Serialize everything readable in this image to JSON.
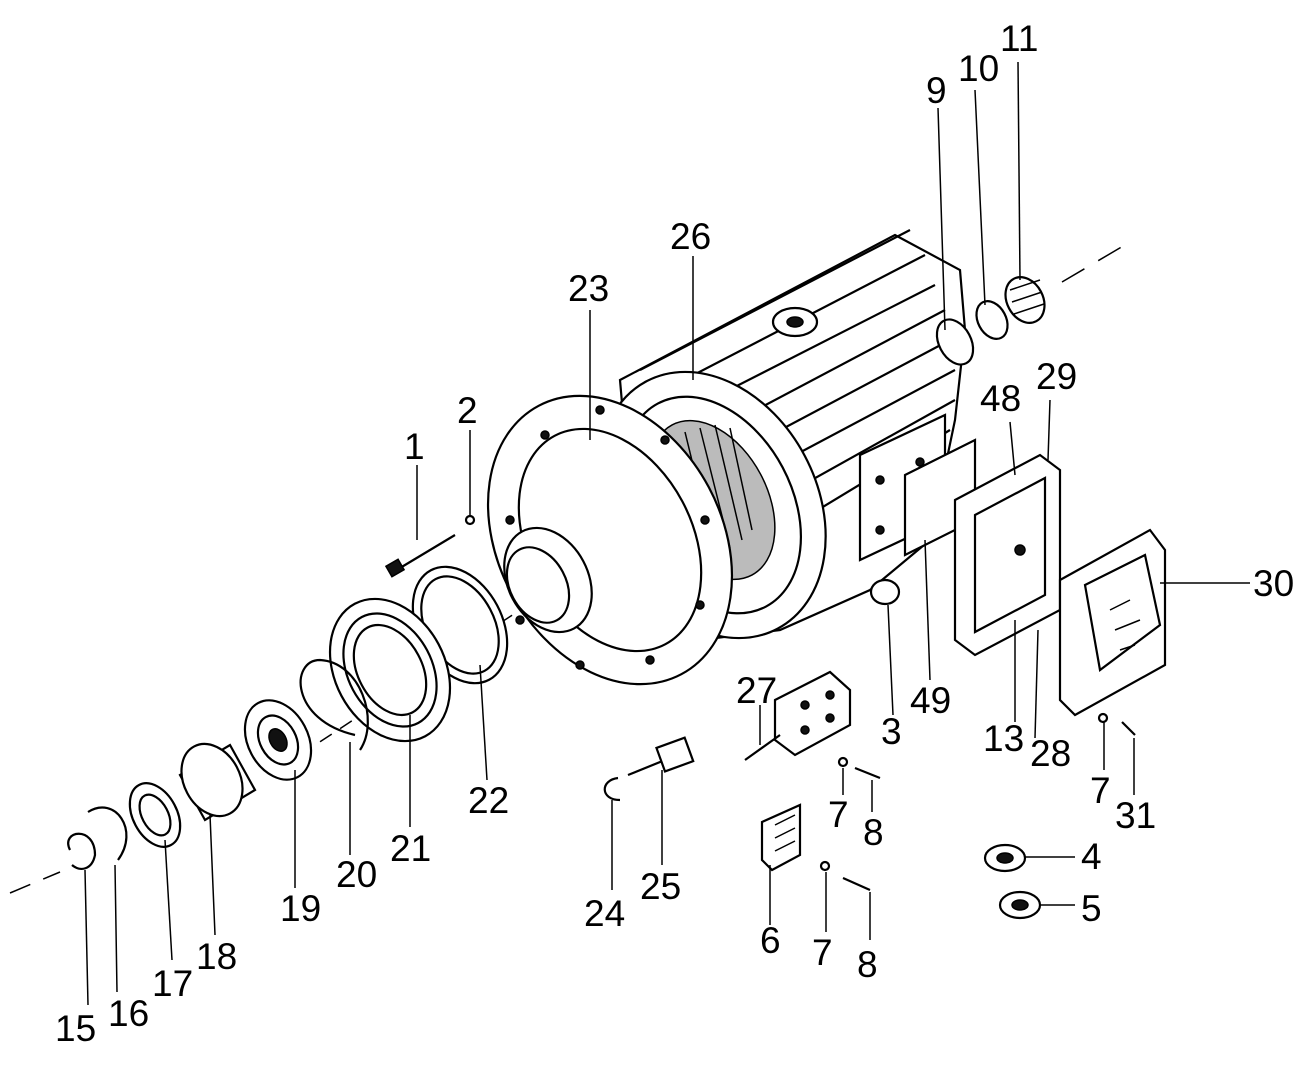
{
  "labels": {
    "p1": "1",
    "p2": "2",
    "p3": "3",
    "p4": "4",
    "p5": "5",
    "p6": "6",
    "p7a": "7",
    "p7b": "7",
    "p7c": "7",
    "p8a": "8",
    "p8b": "8",
    "p9": "9",
    "p10": "10",
    "p11": "11",
    "p13": "13",
    "p15": "15",
    "p16": "16",
    "p17": "17",
    "p18": "18",
    "p19": "19",
    "p20": "20",
    "p21": "21",
    "p22": "22",
    "p23": "23",
    "p24": "24",
    "p25": "25",
    "p26": "26",
    "p27": "27",
    "p28": "28",
    "p29": "29",
    "p30": "30",
    "p31": "31",
    "p48": "48",
    "p49": "49"
  }
}
